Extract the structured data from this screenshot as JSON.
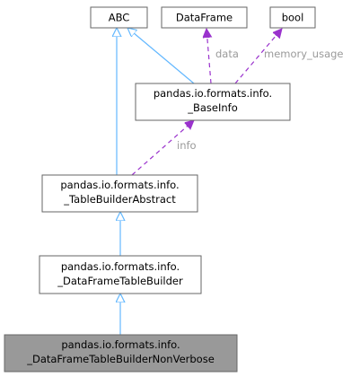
{
  "diagram": {
    "colors": {
      "inheritance_edge": "#63b8ff",
      "usage_edge": "#9a32cd",
      "node_border": "#666666",
      "node_fill": "#ffffff",
      "focus_fill": "#999999",
      "edge_label": "#9a9a9a"
    },
    "nodes": {
      "abc": {
        "label": "ABC"
      },
      "dataframe": {
        "label": "DataFrame"
      },
      "bool": {
        "label": "bool"
      },
      "baseinfo": {
        "line1": "pandas.io.formats.info.",
        "line2": "_BaseInfo"
      },
      "tablebuilderabstract": {
        "line1": "pandas.io.formats.info.",
        "line2": "_TableBuilderAbstract"
      },
      "dataframetablebuilder": {
        "line1": "pandas.io.formats.info.",
        "line2": "_DataFrameTableBuilder"
      },
      "dataframetablebuildernonverbose": {
        "line1": "pandas.io.formats.info.",
        "line2": "_DataFrameTableBuilderNonVerbose"
      }
    },
    "edge_labels": {
      "data": "data",
      "memory_usage": "memory_usage",
      "info": "info"
    }
  }
}
